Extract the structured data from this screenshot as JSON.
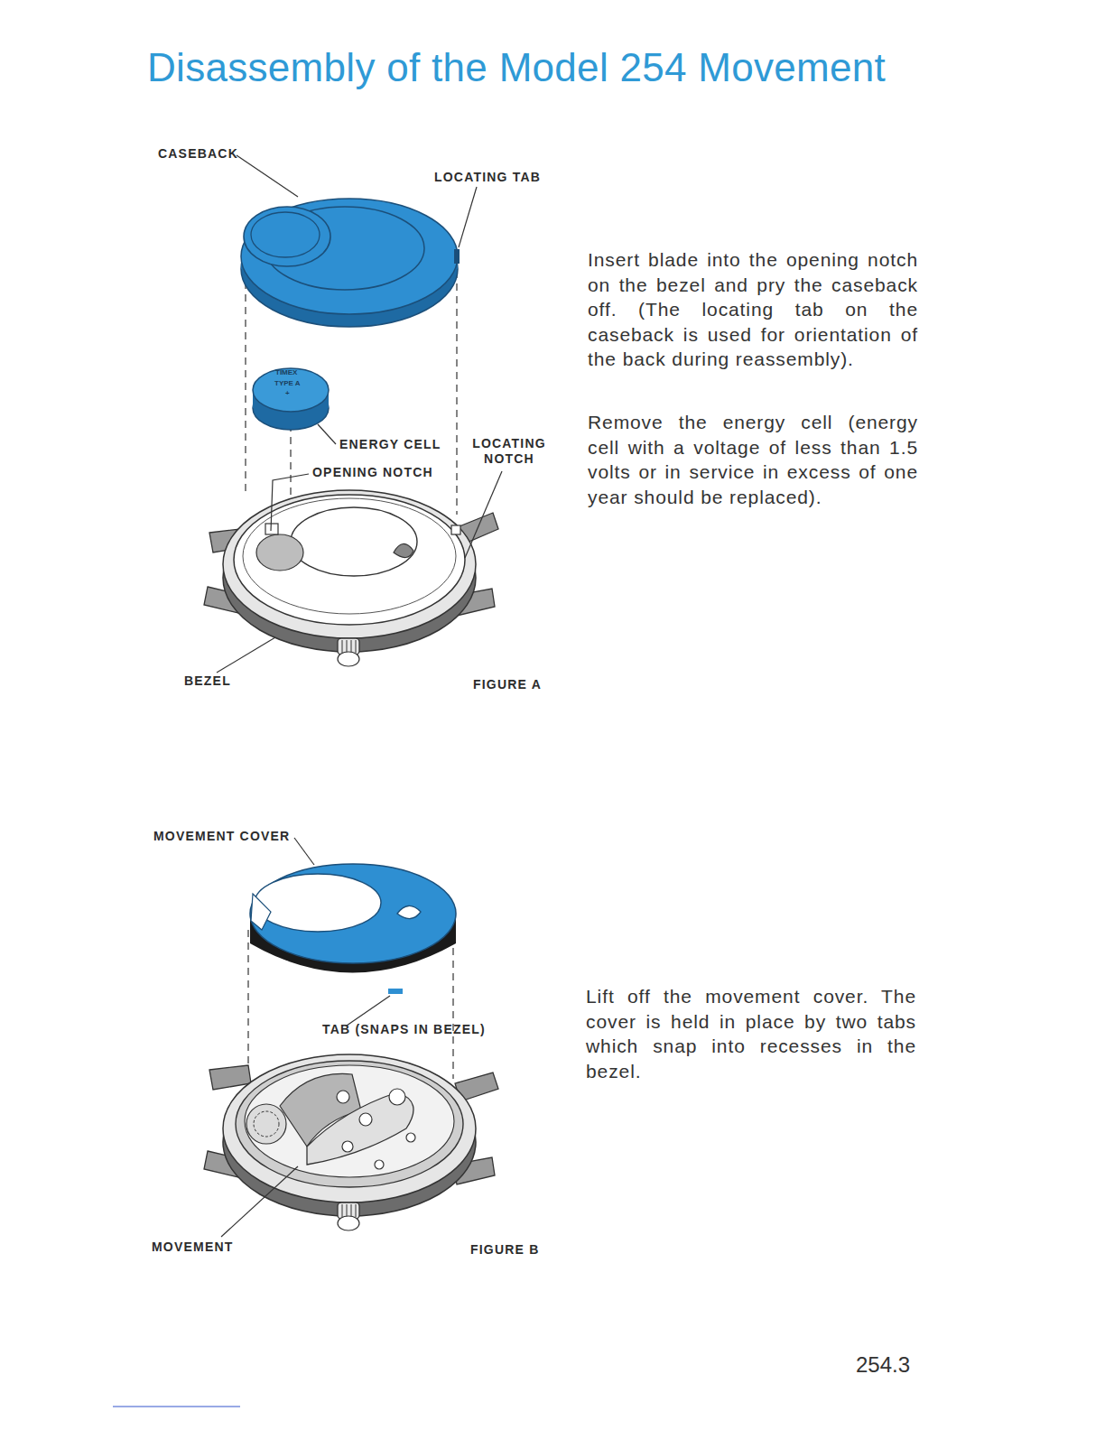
{
  "diagram": {
    "title": "Disassembly of the Model 254 Movement",
    "labels": [
      "CASEBACK",
      "LOCATING TAB",
      "TIMEX",
      "TYPE A",
      "+",
      "ENERGY CELL",
      "LOCATING NOTCH",
      "OPENING NOTCH",
      "BEZEL",
      "FIGURE A",
      "Insert blade into the opening notch on the bezel and pry the caseback off. (The locating tab on the caseback is used for orientation of the back during reassembly).",
      "Remove the energy cell (energy cell with a voltage of less than 1.5 volts or in service in excess of one year should be replaced).",
      "MOVEMENT COVER",
      "TAB (SNAPS IN BEZEL)",
      "MOVEMENT",
      "FIGURE B",
      "Lift off the movement cover. The cover is held in place by two tabs which snap into recesses in the bezel.",
      "254.3"
    ]
  }
}
